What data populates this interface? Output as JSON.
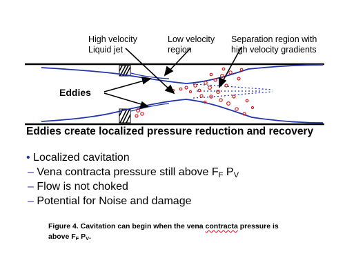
{
  "diagram": {
    "labels": {
      "high_velocity": [
        "High velocity",
        "Liquid jet"
      ],
      "low_velocity": [
        "Low velocity",
        "region"
      ],
      "separation": [
        "Separation region with",
        "high velocity gradients"
      ],
      "eddies": "Eddies"
    },
    "colors": {
      "pipe": "#000000",
      "profile": "#2233aa",
      "cavity": "#cc2222",
      "arrow": "#000000"
    }
  },
  "heading": "Eddies create localized pressure reduction and recovery",
  "bullets": {
    "b1": {
      "marker": "•",
      "text": "Localized cavitation"
    },
    "b2": {
      "marker": "–",
      "text": "Vena contracta pressure still above F",
      "sub1": "F",
      "mid": " P",
      "sub2": "V"
    },
    "b3": {
      "marker": "–",
      "text": "Flow is not choked"
    },
    "b4": {
      "marker": "–",
      "text": "Potential for Noise and damage"
    }
  },
  "caption": {
    "pre": "Figure 4. Cavitation can begin when the vena ",
    "underlined": "contracta",
    "post": " pressure is",
    "line2": "above F",
    "sub1": "F",
    "mid": " P",
    "sub2": "V",
    "end": "."
  }
}
